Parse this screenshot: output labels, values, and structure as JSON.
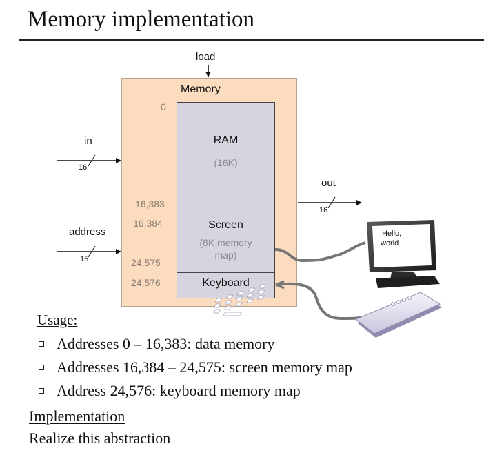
{
  "slide": {
    "title": "Memory implementation"
  },
  "diagram": {
    "load_label": "load",
    "memory_label": "Memory",
    "in_label": "in",
    "in_width": "16",
    "address_label": "address",
    "address_width": "15",
    "out_label": "out",
    "out_width": "16",
    "addr_0": "0",
    "addr_16383": "16,383",
    "addr_16384": "16,384",
    "addr_24575": "24,575",
    "addr_24576": "24,576",
    "ram_label": "RAM",
    "ram_size": "(16K)",
    "screen_label": "Screen",
    "screen_sub_1": "(8K memory",
    "screen_sub_2": "map)",
    "keyboard_label": "Keyboard",
    "monitor_text_1": "Hello,",
    "monitor_text_2": "world"
  },
  "usage": {
    "heading": "Usage:",
    "items": [
      "Addresses 0 – 16,383: data memory",
      "Addresses 16,384 – 24,575: screen memory map",
      "Address 24,576: keyboard memory map"
    ]
  },
  "implementation": {
    "heading": "Implementation",
    "text": "Realize this abstraction"
  }
}
